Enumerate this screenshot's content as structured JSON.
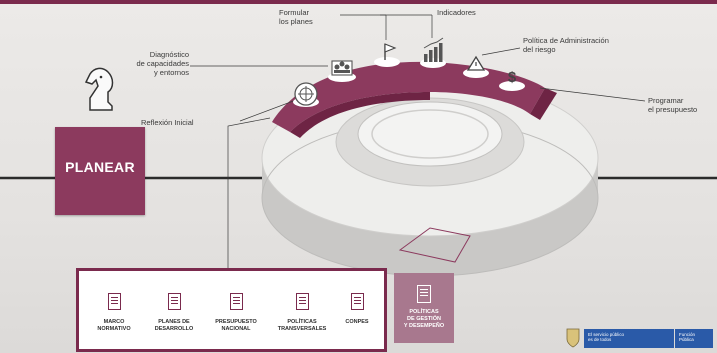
{
  "phase": "PLANEAR",
  "steps": [
    {
      "label": "Reflexión Inicial",
      "icon": "compass-icon"
    },
    {
      "label": "Diagnóstico\nde capacidades\ny entornos",
      "icon": "team-icon"
    },
    {
      "label": "Formular\nlos planes",
      "icon": "flag-icon"
    },
    {
      "label": "Indicadores",
      "icon": "bar-chart-icon"
    },
    {
      "label": "Política de Administración\ndel riesgo",
      "icon": "warning-triangle-icon"
    },
    {
      "label": "Programar\nel presupuesto",
      "icon": "dollar-icon"
    }
  ],
  "inputs": [
    {
      "label": "MARCO\nNORMATIVO"
    },
    {
      "label": "PLANES DE\nDESARROLLO"
    },
    {
      "label": "PRESUPUESTO\nNACIONAL"
    },
    {
      "label": "POLÍTICAS\nTRANSVERSALES"
    },
    {
      "label": "CONPES"
    }
  ],
  "policies_label": "POLÍTICAS\nDE GESTIÓN\nY DESEMPEÑO",
  "footer": {
    "text": "El servicio público\nes de todos",
    "entity": "Función\nPública"
  },
  "colors": {
    "accent": "#8c3a5e",
    "accent_dark": "#7a2a4d",
    "accent_light": "#a8788e",
    "logo_blue": "#2a5aa8"
  }
}
